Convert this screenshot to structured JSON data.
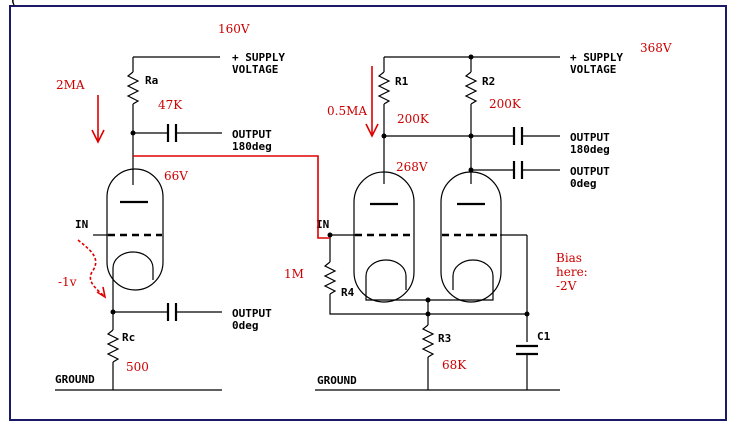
{
  "top_fragment": "(",
  "left": {
    "supply_v": "160V",
    "supply_label1": "+ SUPPLY",
    "supply_label2": "VOLTAGE",
    "current": "2MA",
    "ra_label": "Ra",
    "ra_value": "47K",
    "out1_a": "OUTPUT",
    "out1_b": "180deg",
    "plate_v": "66V",
    "in_label": "IN",
    "grid_v": "-1v",
    "out2_a": "OUTPUT",
    "out2_b": "0deg",
    "rc_label": "Rc",
    "rc_value": "500",
    "ground": "GROUND"
  },
  "right": {
    "supply_label1": "+ SUPPLY",
    "supply_label2": "VOLTAGE",
    "supply_v": "368V",
    "current": "0.5MA",
    "r1_label": "R1",
    "r1_value": "200K",
    "r2_label": "R2",
    "r2_value": "200K",
    "out1_a": "OUTPUT",
    "out1_b": "180deg",
    "out2_a": "OUTPUT",
    "out2_b": "0deg",
    "cath_v": "268V",
    "in_label": "IN",
    "r4_value": "1M",
    "r4_label": "R4",
    "bias1": "Bias",
    "bias2": "here:",
    "bias3": "-2V",
    "r3_label": "R3",
    "r3_value": "68K",
    "c1_label": "C1",
    "ground": "GROUND"
  },
  "colors": {
    "border": "#1a1a66",
    "annotation": "#cc0000",
    "wire": "#000000"
  }
}
